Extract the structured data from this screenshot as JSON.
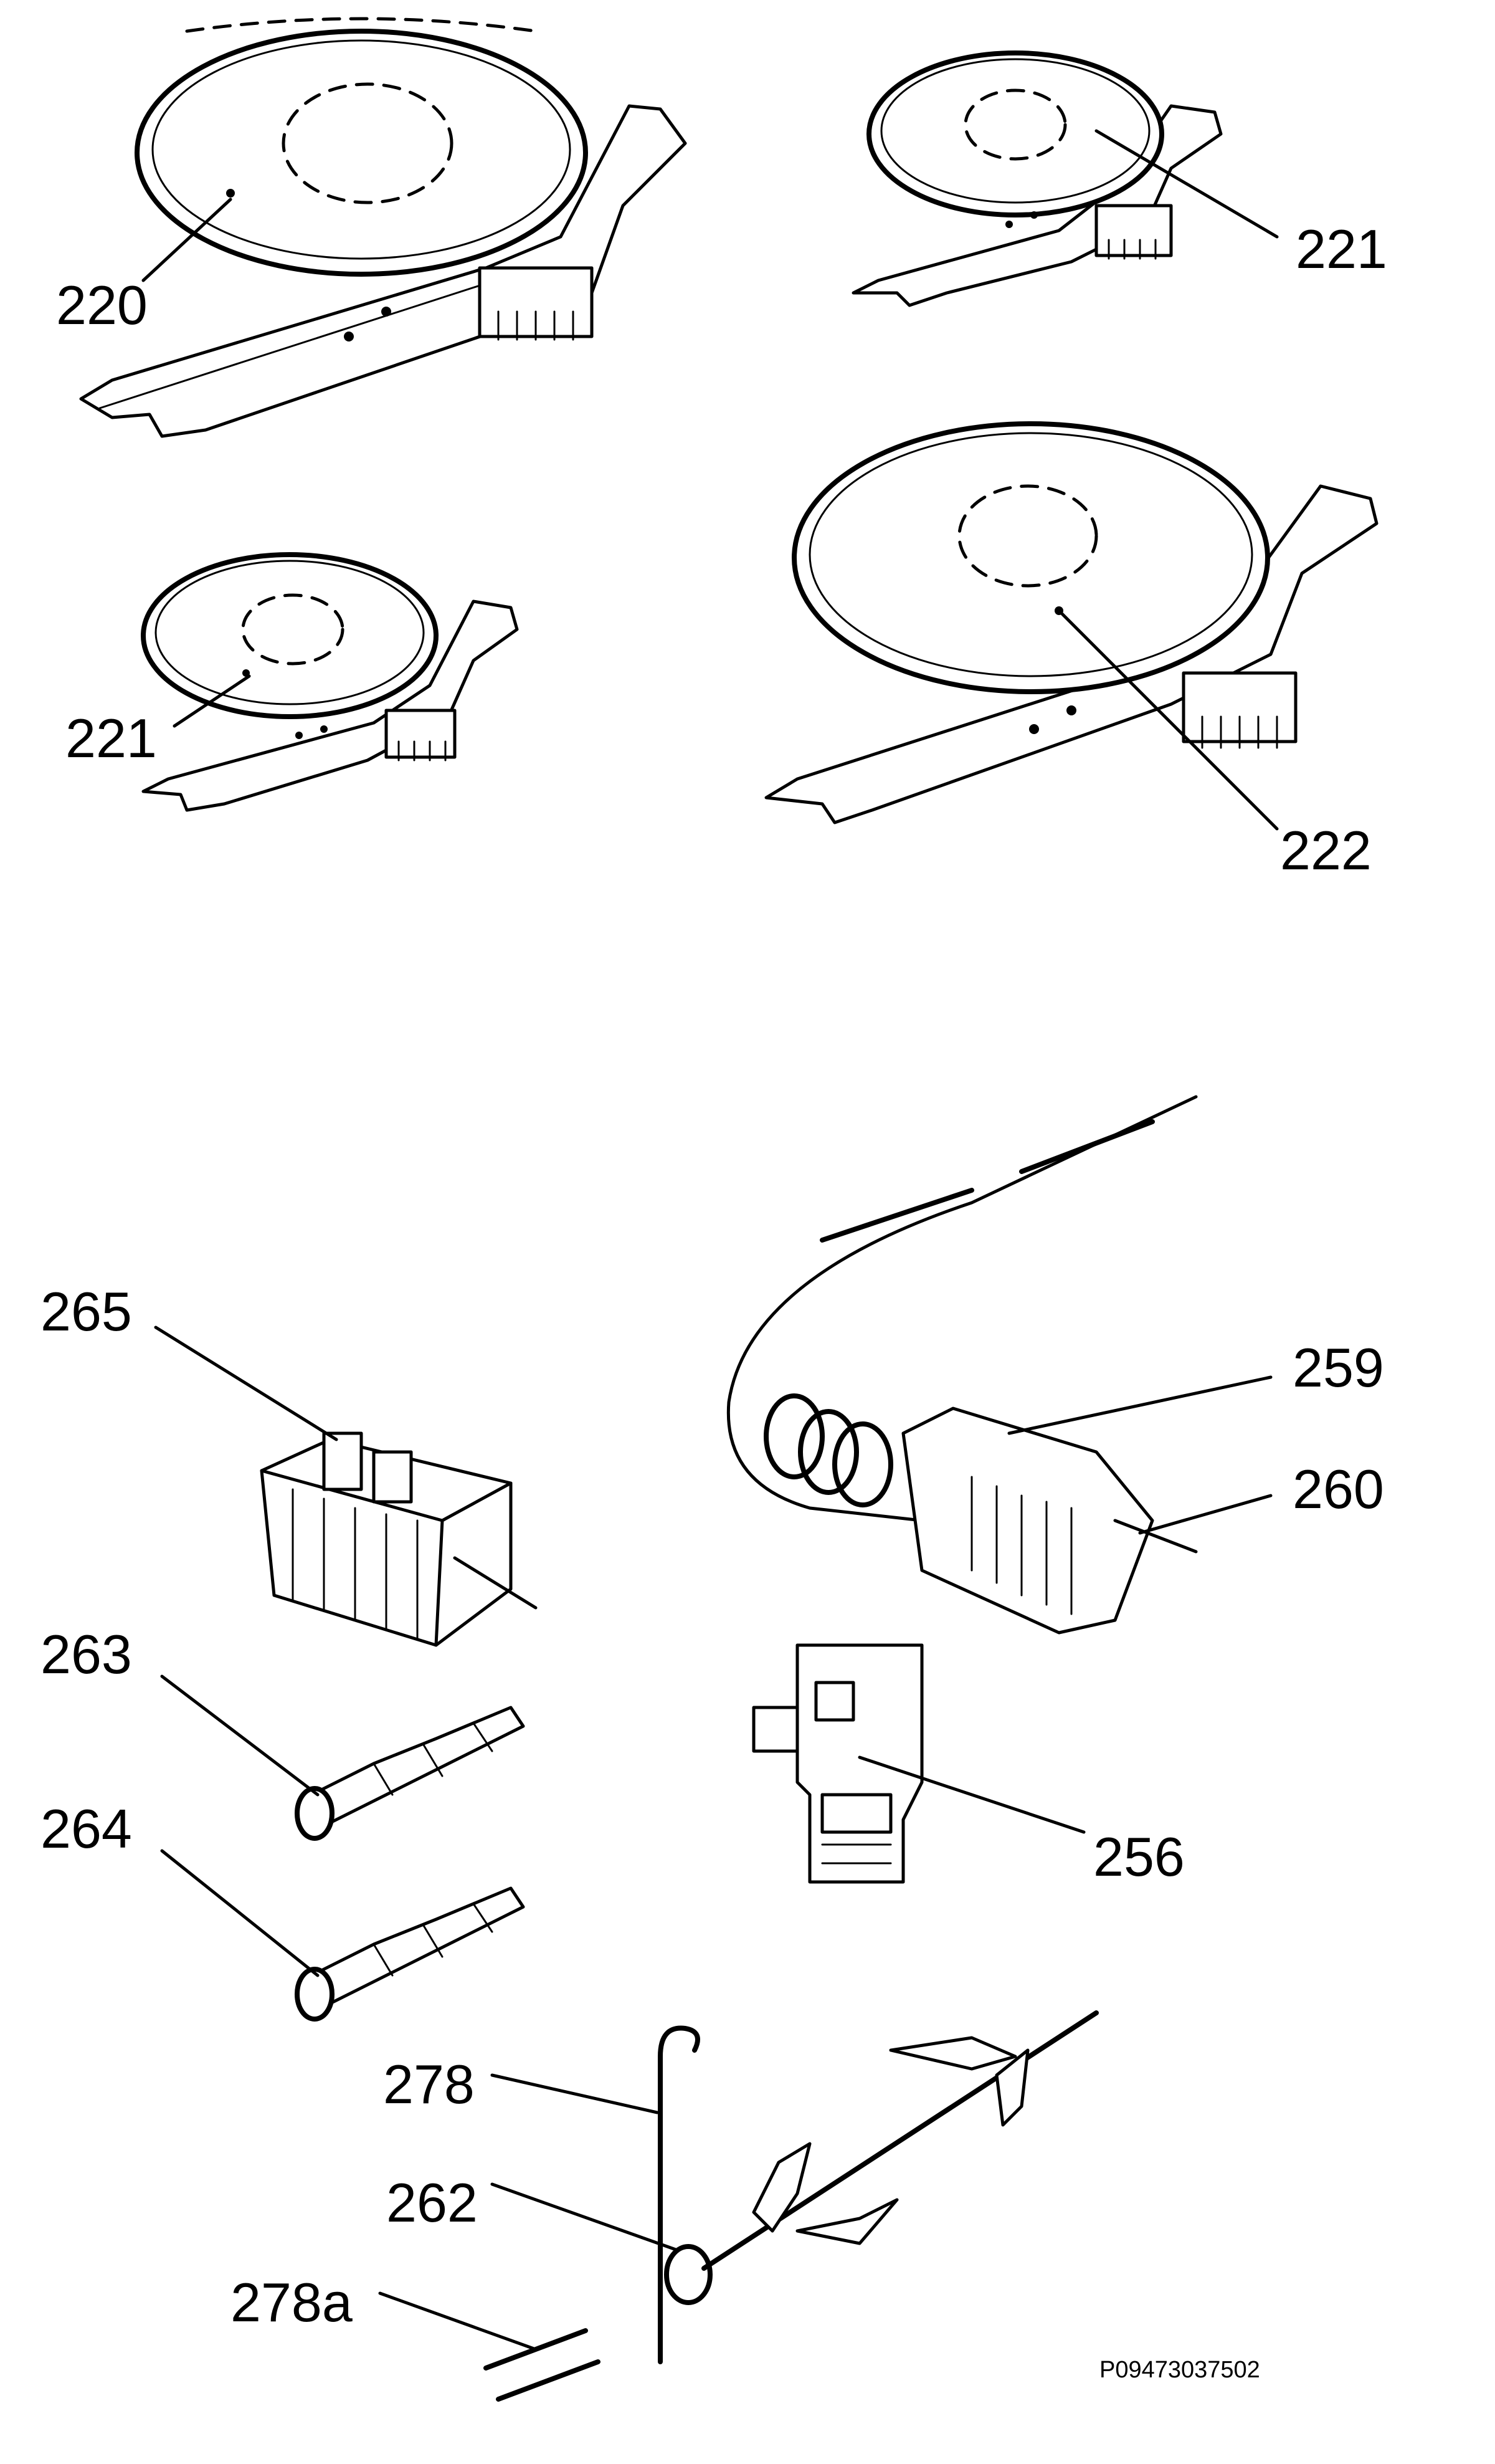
{
  "callouts": {
    "p220": "220",
    "p221a": "221",
    "p221b": "221",
    "p222": "222",
    "p265": "265",
    "p259": "259",
    "p260": "260",
    "p263": "263",
    "p264": "264",
    "p256": "256",
    "p278": "278",
    "p262": "262",
    "p278a": "278a"
  },
  "drawing_code": "P09473037502"
}
